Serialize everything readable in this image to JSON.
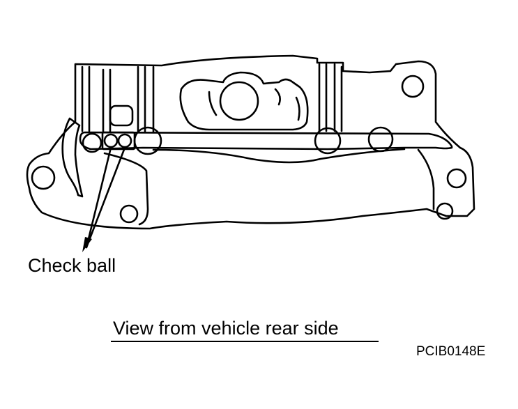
{
  "diagram": {
    "callout_label": "Check ball",
    "caption": "View from vehicle rear side",
    "figure_code": "PCIB0148E",
    "ink_color": "#000000",
    "paper_color": "#ffffff"
  }
}
